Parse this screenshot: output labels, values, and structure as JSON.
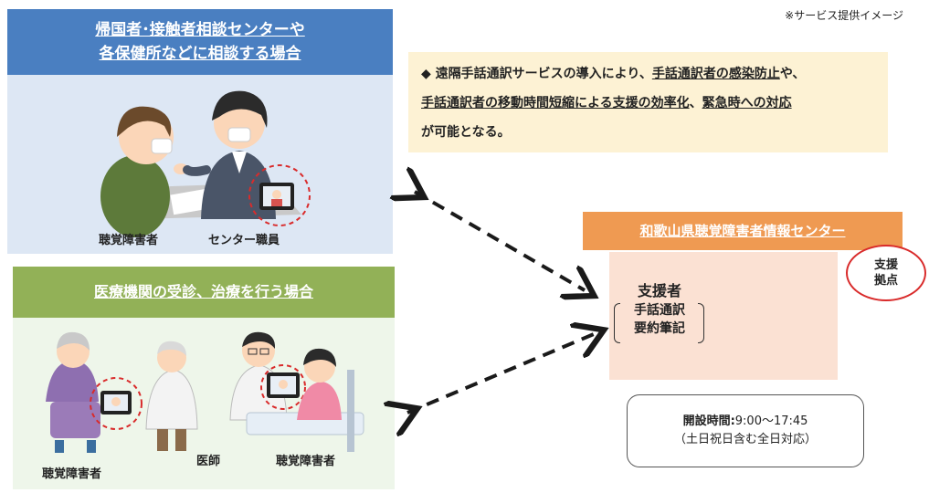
{
  "top_note": "※サービス提供イメージ",
  "panel_consult": {
    "title_line1": "帰国者･接触者相談センターや",
    "title_line2": "各保健所などに相談する場合",
    "label_left": "聴覚障害者",
    "label_right": "センター職員"
  },
  "panel_medical": {
    "title": "医療機関の受診、治療を行う場合",
    "label_patient_left": "聴覚障害者",
    "label_doctor": "医師",
    "label_patient_right": "聴覚障害者"
  },
  "note": {
    "bullet": "◆",
    "line1_a": "遠隔手話通訳サービスの導入により、",
    "line1_b": "手話通訳者の感染防止",
    "line1_c": "や、",
    "line2_a": "手話通訳者の移動時間短縮による支援の効率化",
    "line2_b": "、",
    "line2_c": "緊急時への対応",
    "line3": "が可能となる。"
  },
  "center": {
    "title": "和歌山県聴覚障害者情報センター",
    "support_title": "支援者",
    "support_line1": "手話通訳",
    "support_line2": "要約筆記",
    "badge_line1": "支援",
    "badge_line2": "拠点"
  },
  "hours": {
    "label": "開設時間:",
    "time": "9:00～17:45",
    "note": "（土日祝日含む全日対応）"
  },
  "colors": {
    "consult_header": "#4a7fc1",
    "medical_header": "#92b157",
    "center_header": "#ef9a52",
    "dashed_circle": "#d92b2b"
  }
}
